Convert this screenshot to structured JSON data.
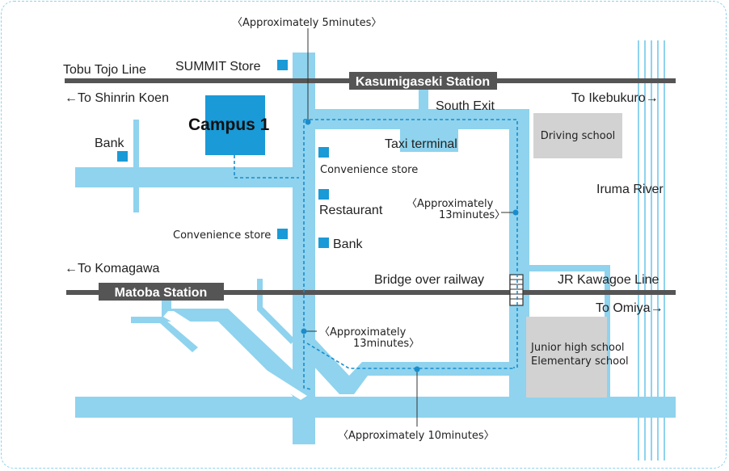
{
  "colors": {
    "road": "#8fd3ee",
    "rail": "#555555",
    "station_box": "#555555",
    "campus": "#1a9ad6",
    "marker": "#1a9ad6",
    "route": "#1a8ccc",
    "gray_block": "#d2d2d2",
    "frame": "#8fd3ee"
  },
  "railways": {
    "tobu_tojo": "Tobu Tojo Line",
    "jr_kawagoe": "JR Kawagoe Line"
  },
  "stations": {
    "kasumigaseki": "Kasumigaseki Station",
    "matoba": "Matoba Station"
  },
  "directions": {
    "shinrin_koen": "←To Shinrin Koen",
    "ikebukuro": "To Ikebukuro→",
    "komagawa": "←To Komagawa",
    "omiya": "To Omiya→"
  },
  "places": {
    "campus": "Campus 1",
    "summit": "SUMMIT Store",
    "bank_left": "Bank",
    "south_exit": "South Exit",
    "taxi": "Taxi terminal",
    "conv_upper": "Convenience store",
    "restaurant": "Restaurant",
    "conv_lower": "Convenience store",
    "bank_center": "Bank",
    "driving": "Driving school",
    "river": "Iruma River",
    "bridge": "Bridge over railway",
    "school_line1": "Junior high school",
    "school_line2": "Elementary school"
  },
  "route_times": {
    "top": "〈Approximately 5minutes〉",
    "right_line1": "〈Approximately",
    "right_line2": "13minutes〉",
    "mid_line1": "〈Approximately",
    "mid_line2": "13minutes〉",
    "bottom": "〈Approximately 10minutes〉"
  }
}
